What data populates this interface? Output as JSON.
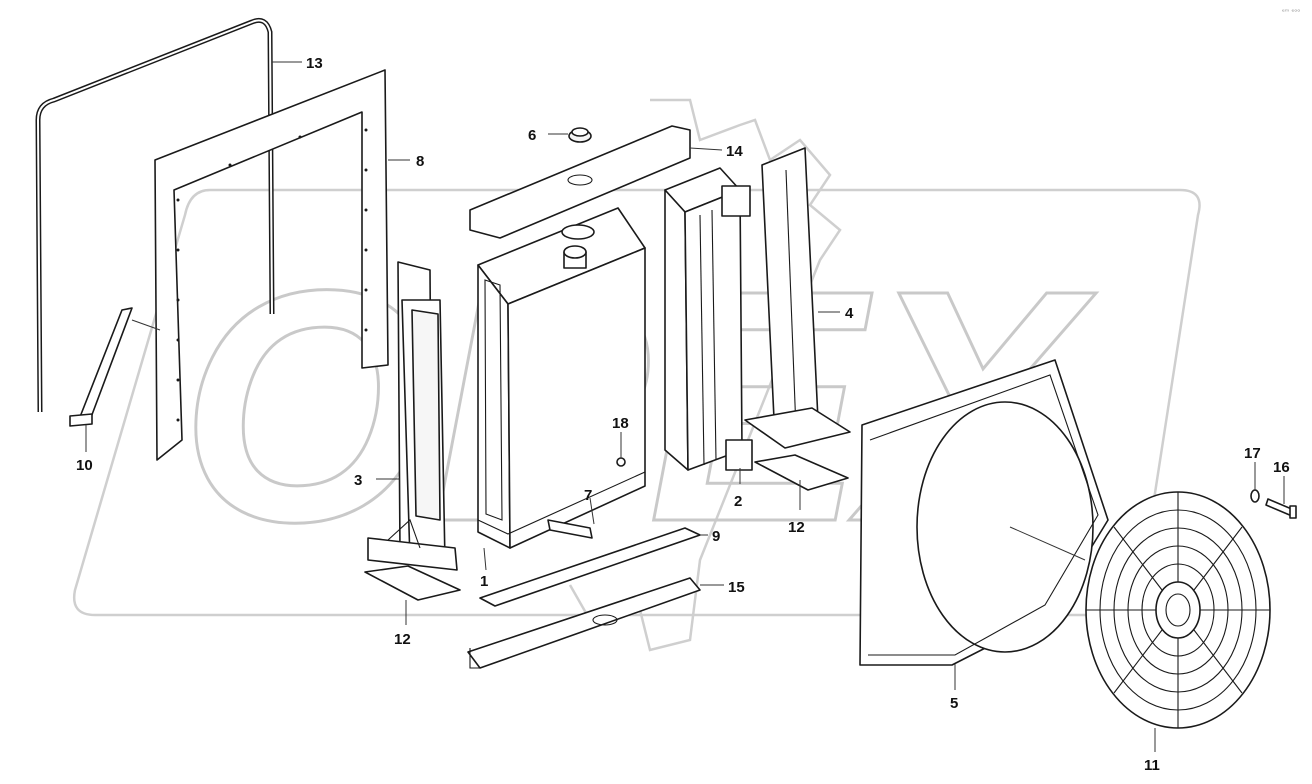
{
  "diagram": {
    "watermark_text": "OPEX",
    "corner_text": "ᵉᵐ ᵉᵒᵒ",
    "callouts": [
      {
        "id": "1",
        "label": "1"
      },
      {
        "id": "2",
        "label": "2"
      },
      {
        "id": "3",
        "label": "3"
      },
      {
        "id": "4",
        "label": "4"
      },
      {
        "id": "5",
        "label": "5"
      },
      {
        "id": "6",
        "label": "6"
      },
      {
        "id": "7",
        "label": "7"
      },
      {
        "id": "8",
        "label": "8"
      },
      {
        "id": "9",
        "label": "9"
      },
      {
        "id": "10",
        "label": "10"
      },
      {
        "id": "11",
        "label": "11"
      },
      {
        "id": "12a",
        "label": "12"
      },
      {
        "id": "12b",
        "label": "12"
      },
      {
        "id": "13",
        "label": "13"
      },
      {
        "id": "14",
        "label": "14"
      },
      {
        "id": "15",
        "label": "15"
      },
      {
        "id": "16",
        "label": "16"
      },
      {
        "id": "17",
        "label": "17"
      },
      {
        "id": "18",
        "label": "18"
      }
    ]
  }
}
